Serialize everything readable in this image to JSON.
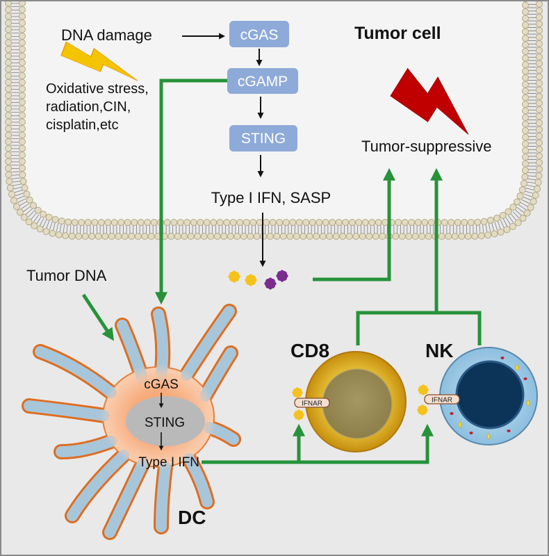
{
  "tumor_cell": {
    "title": "Tumor cell"
  },
  "pathway": {
    "trigger": "DNA damage",
    "stressors": [
      "Oxidative stress,",
      "radiation,CIN,",
      "cisplatin,etc"
    ],
    "cgas": "cGAS",
    "cgamp": "cGAMP",
    "sting": "STING",
    "output": "Type I IFN, SASP"
  },
  "effect": "Tumor-suppressive",
  "tumor_dna": "Tumor DNA",
  "dc": {
    "label": "DC",
    "cgas": "cGAS",
    "sting": "STING",
    "output": "Type I IFN"
  },
  "cd8": {
    "label": "CD8",
    "receptor": "IFNAR"
  },
  "nk": {
    "label": "NK",
    "receptor": "IFNAR"
  },
  "colors": {
    "activation_arrow": "#27923a",
    "pathway_box": "#8eaad8",
    "dc_outline": "#df6d1f",
    "dc_dendrite": "#a8c6da",
    "cd8_cell": "#e2b52f",
    "nk_cell": "#9fcbe6",
    "nk_nucleus": "#0c3358",
    "damage_bolt": "#f5c400",
    "suppression_bolt": "#c00000",
    "cytokine_yellow": "#f5c21c",
    "cytokine_purple": "#7b2d8e"
  },
  "icons": [
    "lipid-bilayer-membrane",
    "lightning-bolt-icon",
    "cytokine-icon",
    "dendritic-cell",
    "receptor-icon"
  ]
}
